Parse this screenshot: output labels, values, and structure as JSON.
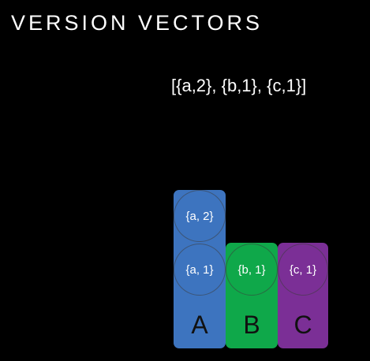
{
  "title": "VERSION VECTORS",
  "version_vector": "[{a,2}, {b,1}, {c,1}]",
  "colors": {
    "background": "#000000",
    "node_a": "#3d74bf",
    "node_b": "#0fa84a",
    "node_c": "#7b2f96"
  },
  "nodes": [
    {
      "label": "A",
      "entries": [
        "{a, 2}",
        "{a, 1}"
      ]
    },
    {
      "label": "B",
      "entries": [
        "{b, 1}"
      ]
    },
    {
      "label": "C",
      "entries": [
        "{c, 1}"
      ]
    }
  ]
}
